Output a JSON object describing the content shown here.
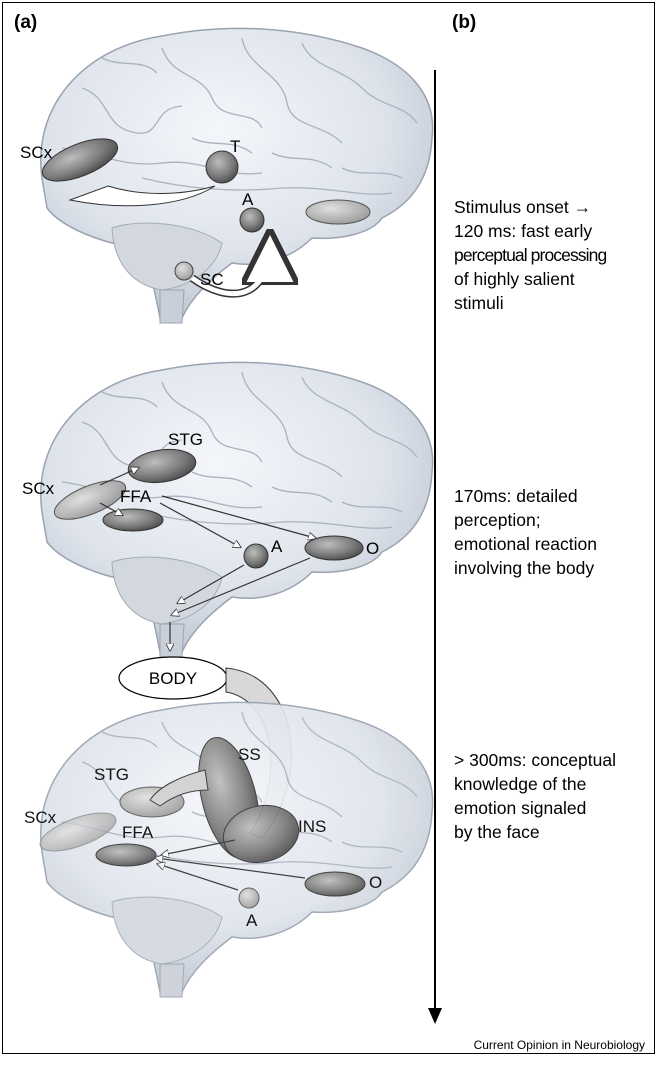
{
  "panels": {
    "a": "(a)",
    "b": "(b)"
  },
  "stages": [
    {
      "lines": [
        "Stimulus onset →",
        "120 ms: fast early",
        "perceptual processing",
        "of highly salient",
        "stimuli"
      ]
    },
    {
      "lines": [
        "170ms: detailed",
        "perception;",
        "emotional reaction",
        "involving the body"
      ]
    },
    {
      "lines": [
        "> 300ms: conceptual",
        "knowledge of the",
        "emotion signaled",
        "by the face"
      ]
    }
  ],
  "brain1": {
    "labels": {
      "scx": "SCx",
      "t": "T",
      "a": "A",
      "sc": "SC"
    }
  },
  "brain2": {
    "labels": {
      "stg": "STG",
      "scx": "SCx",
      "ffa": "FFA",
      "a": "A",
      "o": "O"
    }
  },
  "body_box": "BODY",
  "brain3": {
    "labels": {
      "ss": "SS",
      "stg": "STG",
      "scx": "SCx",
      "ffa": "FFA",
      "ins": "INS",
      "a": "A",
      "o": "O"
    }
  },
  "credit": "Current Opinion in Neurobiology"
}
